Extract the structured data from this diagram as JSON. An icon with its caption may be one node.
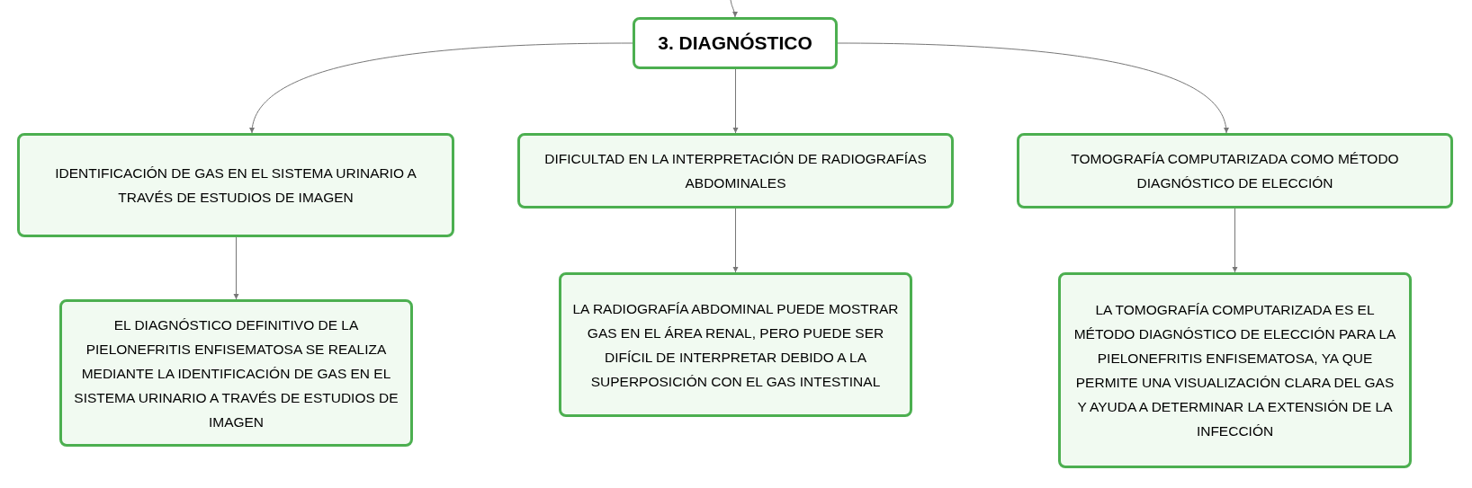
{
  "diagram": {
    "nodes": [
      {
        "text": [
          "3. DIAGNÓSTICO"
        ]
      },
      {
        "text": [
          "IDENTIFICACIÓN DE GAS EN EL SISTEMA URINARIO A TRAVÉS DE ESTUDIOS DE IMAGEN"
        ]
      },
      {
        "text": [
          "DIFICULTAD EN LA INTERPRETACIÓN DE RADIOGRAFÍAS ABDOMINALES"
        ]
      },
      {
        "text": [
          "TOMOGRAFÍA COMPUTARIZADA COMO MÉTODO DIAGNÓSTICO DE ELECCIÓN"
        ]
      },
      {
        "text": [
          "EL DIAGNÓSTICO DEFINITIVO DE LA PIELONEFRITIS ENFISEMATOSA SE REALIZA MEDIANTE LA IDENTIFICACIÓN DE GAS EN EL SISTEMA URINARIO A TRAVÉS DE ESTUDIOS DE IMAGEN"
        ]
      },
      {
        "text": [
          "LA RADIOGRAFÍA ABDOMINAL PUEDE MOSTRAR GAS EN EL ÁREA RENAL, PERO PUEDE SER DIFÍCIL DE INTERPRETAR DEBIDO A LA SUPERPOSICIÓN CON EL GAS INTESTINAL"
        ]
      },
      {
        "text": [
          "LA TOMOGRAFÍA COMPUTARIZADA ES EL MÉTODO DIAGNÓSTICO DE ELECCIÓN PARA LA PIELONEFRITIS ENFISEMATOSA, YA QUE PERMITE UNA VISUALIZACIÓN CLARA DEL GAS Y AYUDA A DETERMINAR LA EXTENSIÓN DE LA INFECCIÓN"
        ]
      }
    ],
    "edges": [
      {
        "from": null,
        "to": 0,
        "arrow": "to"
      },
      {
        "from": 0,
        "to": 1,
        "arrow": "to"
      },
      {
        "from": 0,
        "to": 2,
        "arrow": "to"
      },
      {
        "from": 0,
        "to": 3,
        "arrow": "to"
      },
      {
        "from": 1,
        "to": 4,
        "arrow": "to"
      },
      {
        "from": 2,
        "to": 5,
        "arrow": "to"
      },
      {
        "from": 3,
        "to": 6,
        "arrow": "to"
      }
    ]
  }
}
